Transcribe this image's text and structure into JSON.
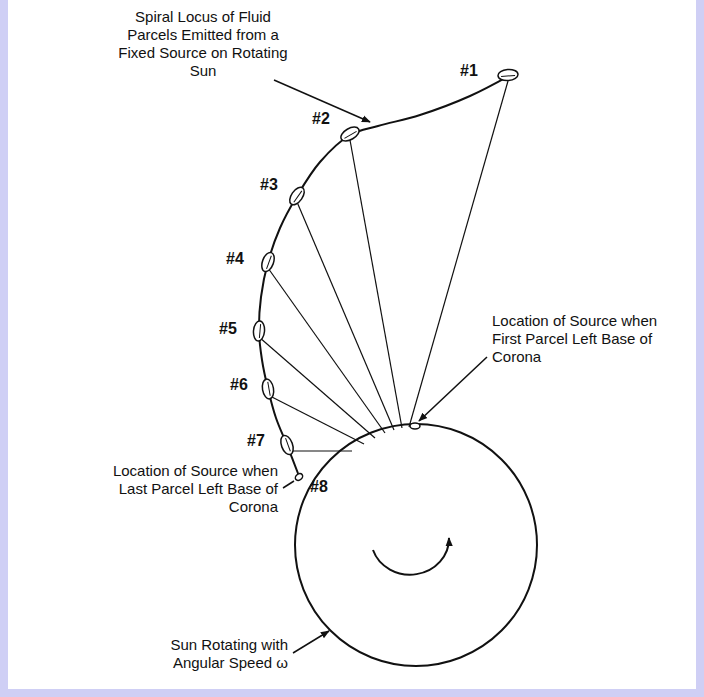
{
  "diagram": {
    "labels": [
      "Spiral Locus of Fluid Parcels Emitted from a Fixed Source on Rotating Sun",
      "#1",
      "#2",
      "#3",
      "#4",
      "#5",
      "#6",
      "#7",
      "#8",
      "Location of Source when First Parcel Left Base of Corona",
      "Location of Source when Last Parcel Left Base of Corona",
      "Sun Rotating with Angular Speed ω"
    ]
  }
}
